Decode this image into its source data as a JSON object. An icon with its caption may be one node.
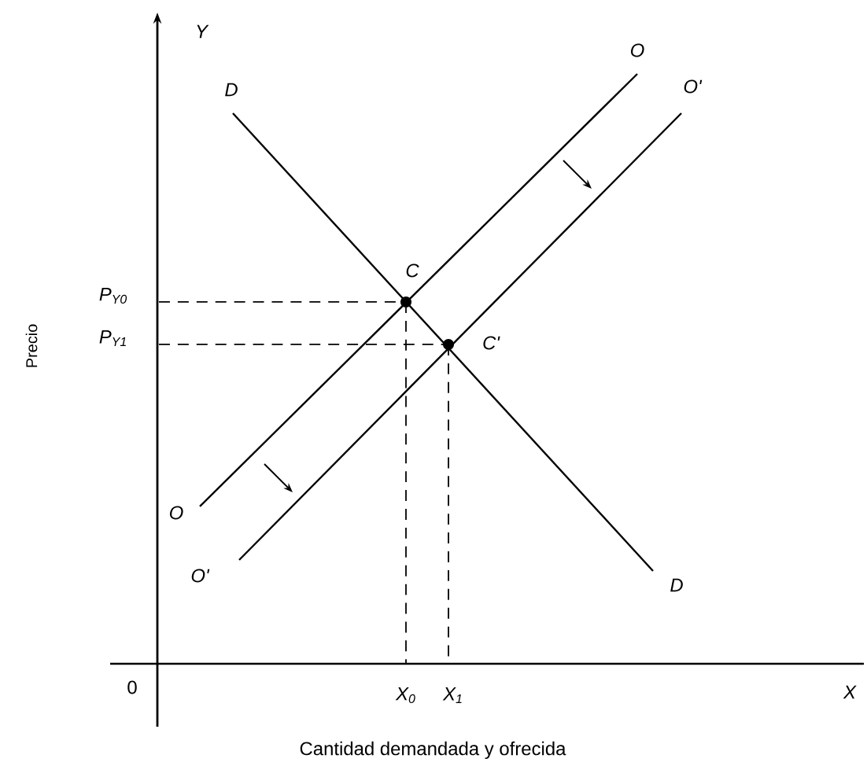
{
  "diagram": {
    "labels": [
      "Y",
      "D",
      "O",
      "O'",
      "P$_{Y0}$",
      "C",
      "P$_{Y1}$",
      "C'",
      "Precio",
      "O",
      "O'",
      "D",
      "0",
      "X$_{0}$",
      "X$_{1}$",
      "X",
      "Cantidad demandada y ofrecida"
    ]
  }
}
